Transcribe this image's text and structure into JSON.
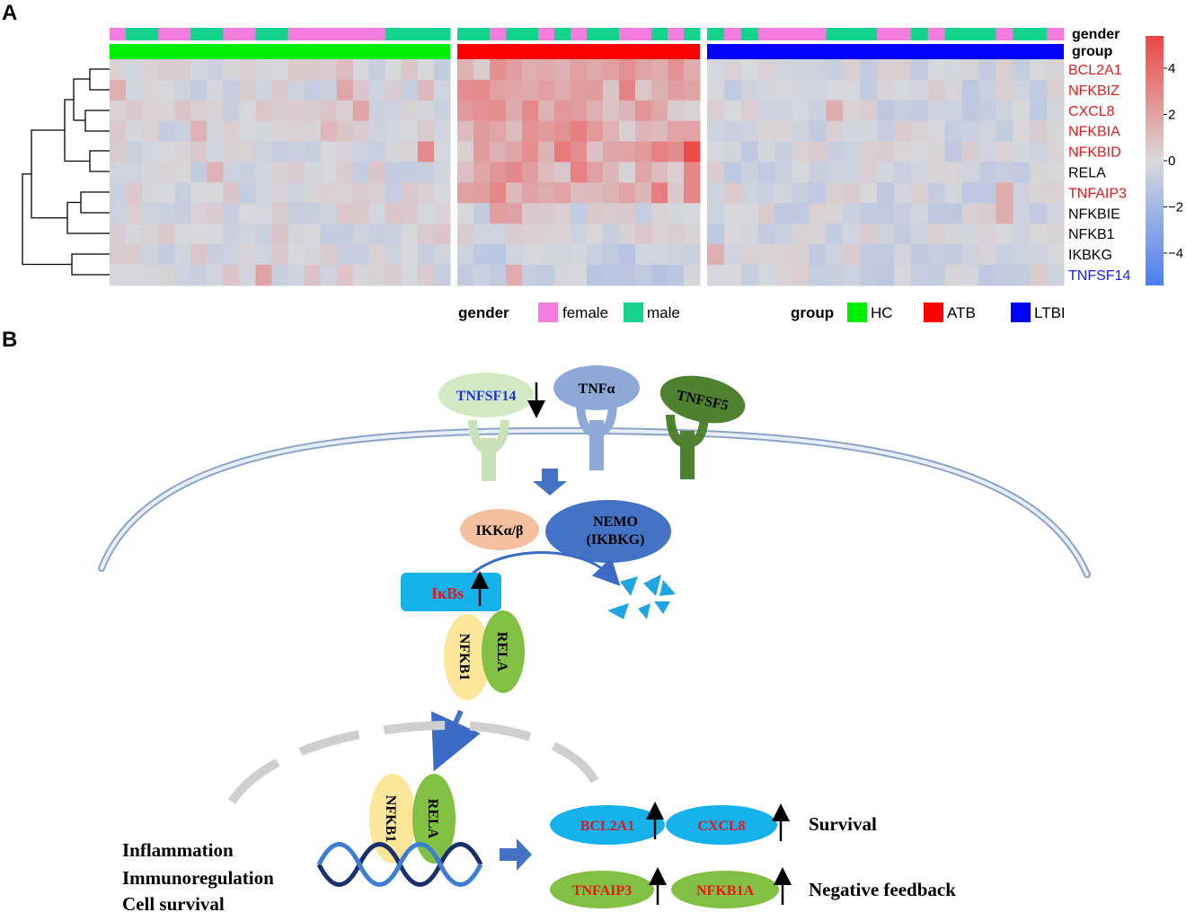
{
  "panel_a": {
    "label": "A",
    "annotation_titles": {
      "gender": "gender",
      "group": "group"
    },
    "genes": [
      {
        "name": "BCL2A1",
        "color": "#e31a1c"
      },
      {
        "name": "NFKBIZ",
        "color": "#e31a1c"
      },
      {
        "name": "CXCL8",
        "color": "#e31a1c"
      },
      {
        "name": "NFKBIA",
        "color": "#e31a1c"
      },
      {
        "name": "NFKBID",
        "color": "#e31a1c"
      },
      {
        "name": "RELA",
        "color": "#000000"
      },
      {
        "name": "TNFAIP3",
        "color": "#e31a1c"
      },
      {
        "name": "NFKBIE",
        "color": "#000000"
      },
      {
        "name": "NFKB1",
        "color": "#000000"
      },
      {
        "name": "IKBKG",
        "color": "#000000"
      },
      {
        "name": "TNFSF14",
        "color": "#1a1aff"
      }
    ],
    "groups": [
      {
        "name": "HC",
        "color": "#00ee00",
        "n": 21
      },
      {
        "name": "ATB",
        "color": "#ff0000",
        "n": 15
      },
      {
        "name": "LTBI",
        "color": "#0000ff",
        "n": 21
      }
    ],
    "gender_sequence": {
      "HC": [
        "F",
        "M",
        "M",
        "F",
        "F",
        "M",
        "M",
        "F",
        "F",
        "M",
        "M",
        "F",
        "F",
        "F",
        "F",
        "F",
        "F",
        "M",
        "M",
        "M",
        "M"
      ],
      "ATB": [
        "M",
        "M",
        "F",
        "M",
        "M",
        "F",
        "M",
        "F",
        "M",
        "M",
        "F",
        "F",
        "M",
        "F",
        "M"
      ],
      "LTBI": [
        "M",
        "F",
        "M",
        "F",
        "F",
        "F",
        "F",
        "M",
        "M",
        "M",
        "F",
        "F",
        "M",
        "F",
        "M",
        "M",
        "M",
        "F",
        "M",
        "M",
        "F"
      ]
    },
    "color_scale": {
      "ticks": [
        "4",
        "2",
        "0",
        "−2",
        "−4"
      ],
      "low": "#4f7ff0",
      "mid": "#d7d8dc",
      "high": "#ef4a4a",
      "max": 5.4
    },
    "legend": {
      "gender_title": "gender",
      "gender_items": [
        {
          "label": "female",
          "color": "#f27ddf"
        },
        {
          "label": "male",
          "color": "#14d38c"
        }
      ],
      "group_title": "group",
      "group_items": [
        {
          "label": "HC",
          "color": "#00ee00"
        },
        {
          "label": "ATB",
          "color": "#ff0000"
        },
        {
          "label": "LTBI",
          "color": "#0000ff"
        }
      ]
    }
  },
  "panel_b": {
    "label": "B",
    "ligands": {
      "tnfsf14": "TNFSF14",
      "tnfa": "TNFα",
      "tnfsf5": "TNFSF5"
    },
    "ikk": "IKKα/β",
    "nemo_line1": "NEMO",
    "nemo_line2": "(IKBKG)",
    "ikbs": "IκBs",
    "nfkb1": "NFKB1",
    "rela": "RELA",
    "targets": {
      "bcl2a1": "BCL2A1",
      "cxcl8": "CXCL8",
      "tnfaip3": "TNFAIP3",
      "nfkb1a": "NFKB1A"
    },
    "outcomes": {
      "survival": "Survival",
      "feedback": "Negative feedback"
    },
    "functions": [
      "Inflammation",
      "Immunoregulation",
      "Cell survival"
    ]
  }
}
